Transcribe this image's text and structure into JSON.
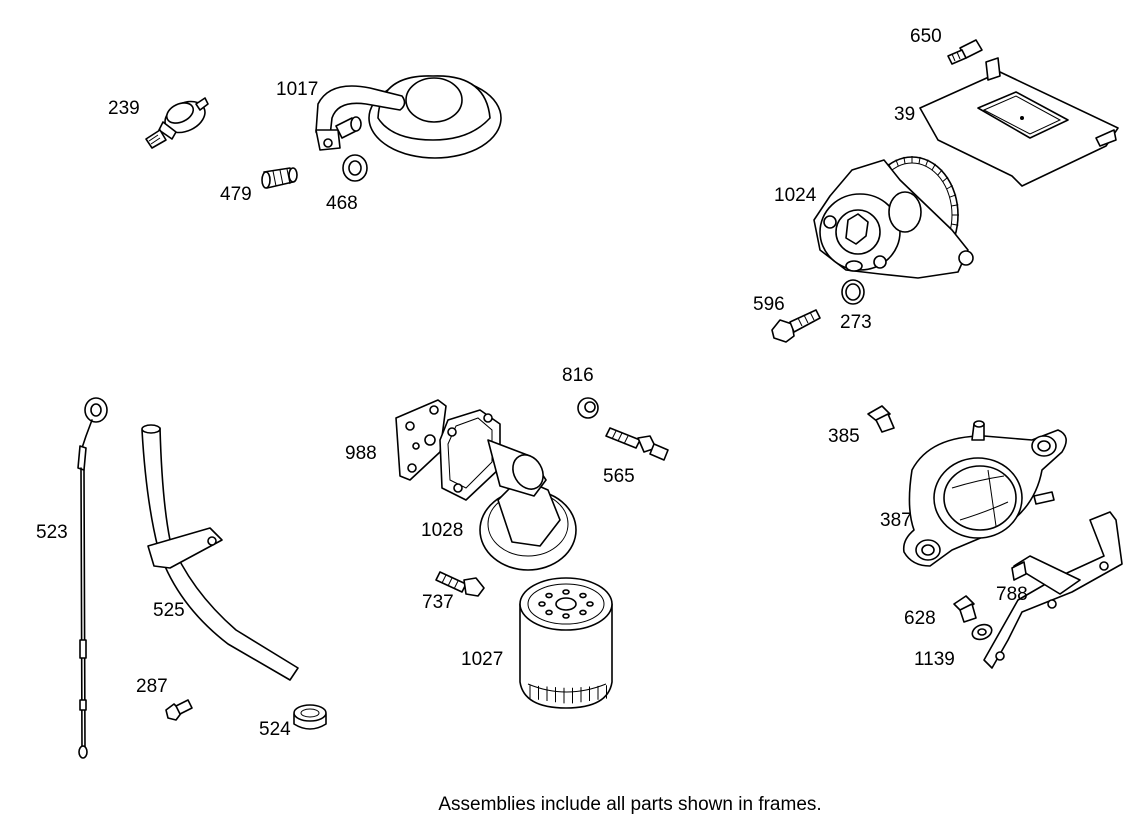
{
  "diagram": {
    "caption": "Assemblies include all parts shown in frames.",
    "parts": [
      {
        "id": "p239",
        "label": "239",
        "icon": "oil-pressure-sender-icon"
      },
      {
        "id": "p1017",
        "label": "1017",
        "icon": "oil-pickup-tube-icon"
      },
      {
        "id": "p479",
        "label": "479",
        "icon": "fitting-icon"
      },
      {
        "id": "p468",
        "label": "468",
        "icon": "gasket-ring-icon"
      },
      {
        "id": "p650",
        "label": "650",
        "icon": "screw-icon"
      },
      {
        "id": "p39",
        "label": "39",
        "icon": "oil-baffle-plate-icon"
      },
      {
        "id": "p1024",
        "label": "1024",
        "icon": "oil-pump-gear-icon"
      },
      {
        "id": "p596",
        "label": "596",
        "icon": "bolt-icon"
      },
      {
        "id": "p273",
        "label": "273",
        "icon": "o-ring-icon"
      },
      {
        "id": "p816",
        "label": "816",
        "icon": "clip-ring-icon"
      },
      {
        "id": "p565",
        "label": "565",
        "icon": "stud-icon"
      },
      {
        "id": "p988",
        "label": "988",
        "icon": "gasket-plate-icon"
      },
      {
        "id": "p1028",
        "label": "1028",
        "icon": "oil-filter-adapter-icon"
      },
      {
        "id": "p737",
        "label": "737",
        "icon": "bolt-icon"
      },
      {
        "id": "p1027",
        "label": "1027",
        "icon": "oil-filter-icon"
      },
      {
        "id": "p523",
        "label": "523",
        "icon": "dipstick-icon"
      },
      {
        "id": "p525",
        "label": "525",
        "icon": "dipstick-tube-icon"
      },
      {
        "id": "p287",
        "label": "287",
        "icon": "bolt-icon"
      },
      {
        "id": "p524",
        "label": "524",
        "icon": "grommet-icon"
      },
      {
        "id": "p385",
        "label": "385",
        "icon": "plug-icon"
      },
      {
        "id": "p387",
        "label": "387",
        "icon": "oil-cooler-icon"
      },
      {
        "id": "p628",
        "label": "628",
        "icon": "plug-icon"
      },
      {
        "id": "p788",
        "label": "788",
        "icon": "mounting-bracket-icon"
      },
      {
        "id": "p1139",
        "label": "1139",
        "icon": "washer-icon"
      }
    ]
  }
}
